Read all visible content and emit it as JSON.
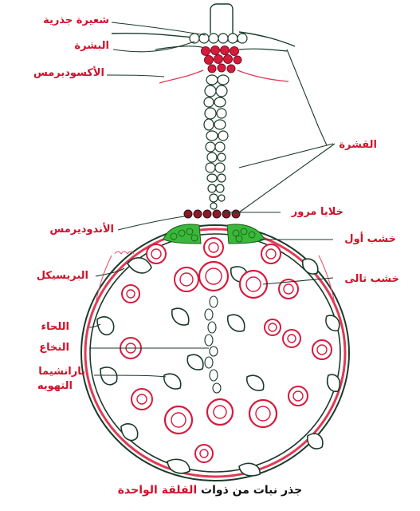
{
  "labels": {
    "root_hair": "شعيرة جذرية",
    "epidermis": "البشرة",
    "exodermis": "الأكسوديرمس",
    "cortex": "القشرة",
    "passage_cells": "خلايا مرور",
    "endodermis": "الأندوديرمس",
    "protoxylem": "خشب أول",
    "metaxylem": "خشب تالى",
    "pericycle": "البريسيكل",
    "phloem": "اللحاء",
    "pith": "النخاع",
    "parenchyma_line1": "بارانشيما",
    "parenchyma_line2": "التهويه"
  },
  "caption": {
    "prefix": "جذر نبات من ذوات",
    "highlight": "الفلقة الواحدة"
  },
  "colors": {
    "label_red": "#d0102a",
    "outline_dark": "#1a3a2a",
    "vessel_red": "#d61a3c",
    "phloem_pink": "#e24a6a",
    "protoxylem_green": "#3ab83a",
    "exodermis_red": "#e03a55"
  }
}
